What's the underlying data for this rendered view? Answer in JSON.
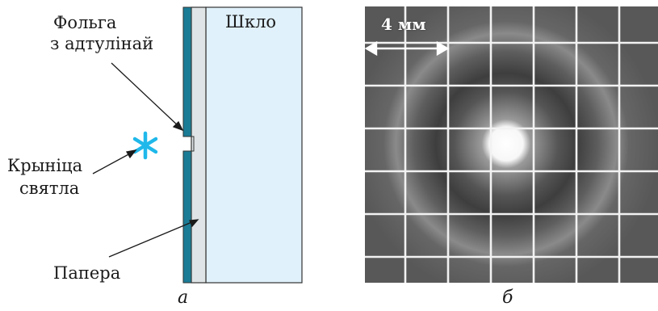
{
  "panel_a": {
    "labels": {
      "foil_line1": "Фольга",
      "foil_line2": "з адтулінай",
      "glass": "Шкло",
      "source_line1": "Крыніца",
      "source_line2": "святла",
      "paper": "Папера"
    },
    "caption": "а"
  },
  "panel_b": {
    "scale_label": "4 мм",
    "caption": "б"
  },
  "colors": {
    "foil": "#1b7c96",
    "paper": "#dfe4e6",
    "glass": "#e0f1fb",
    "star": "#1fb8ea"
  }
}
